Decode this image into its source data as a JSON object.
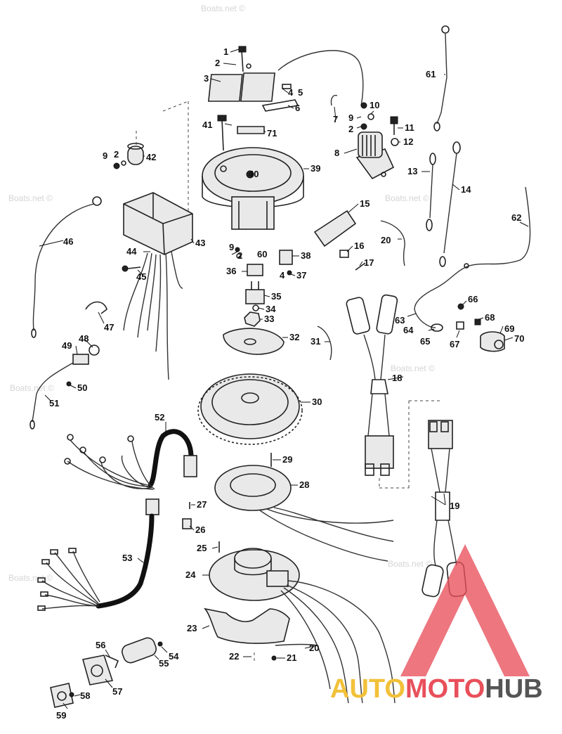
{
  "watermark": "Boats.net ©",
  "brand": {
    "part1": "AUTO",
    "part2": "MOTO",
    "part3": "HUB",
    "colors": {
      "auto": "#f2c13a",
      "moto": "#e8505b",
      "hub": "#555555",
      "triangle": "#e8505b"
    }
  },
  "callouts": [
    "1",
    "2",
    "3",
    "4",
    "5",
    "6",
    "7",
    "8",
    "9",
    "10",
    "11",
    "12",
    "13",
    "14",
    "15",
    "16",
    "17",
    "18",
    "19",
    "20",
    "21",
    "22",
    "23",
    "24",
    "25",
    "26",
    "27",
    "28",
    "29",
    "30",
    "31",
    "32",
    "33",
    "34",
    "35",
    "36",
    "37",
    "38",
    "39",
    "40",
    "41",
    "42",
    "43",
    "44",
    "45",
    "46",
    "47",
    "48",
    "49",
    "50",
    "51",
    "52",
    "53",
    "54",
    "55",
    "56",
    "57",
    "58",
    "59",
    "60",
    "61",
    "62",
    "63",
    "64",
    "65",
    "66",
    "67",
    "68",
    "69",
    "70",
    "71"
  ],
  "extra_callouts": [
    "2",
    "9",
    "2",
    "4",
    "9",
    "2",
    "20"
  ]
}
